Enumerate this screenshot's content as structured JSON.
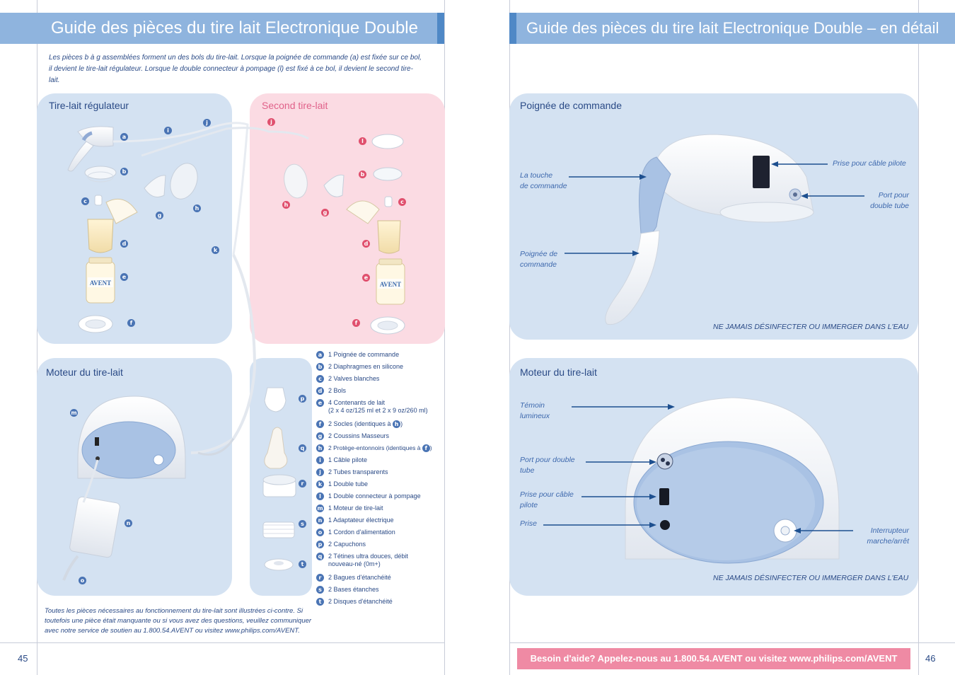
{
  "left_page": {
    "title": "Guide des pièces du tire lait Electronique Double",
    "intro": "Les pièces b à g assemblées forment un des bols du tire-lait. Lorsque la poignée de commande (a) est fixée sur ce bol, il devient le tire-lait régulateur. Lorsque le double connecteur à pompage (l) est fixé à ce bol, il devient le second tire-lait.",
    "panel_regulateur": "Tire-lait régulateur",
    "panel_second": "Second tire-lait",
    "panel_moteur": "Moteur du tire-lait",
    "legend": [
      {
        "letter": "a",
        "text": "1 Poignée de commande"
      },
      {
        "letter": "b",
        "text": "2 Diaphragmes en silicone"
      },
      {
        "letter": "c",
        "text": "2 Valves blanches"
      },
      {
        "letter": "d",
        "text": "2 Bols"
      },
      {
        "letter": "e",
        "text": "4 Contenants de lait",
        "text2": "(2 x 4 oz/125 ml et 2 x 9 oz/260 ml)"
      },
      {
        "letter": "f",
        "text": "2 Socles (identiques à",
        "ref": "h",
        "tail": ")"
      },
      {
        "letter": "g",
        "text": "2 Coussins Masseurs"
      },
      {
        "letter": "h",
        "text": "2 Protège-entonnoirs (identiques à",
        "ref": "f",
        "tail": ")"
      },
      {
        "letter": "i",
        "text": "1 Câble pilote"
      },
      {
        "letter": "j",
        "text": "2 Tubes transparents"
      },
      {
        "letter": "k",
        "text": "1 Double tube"
      },
      {
        "letter": "l",
        "text": "1 Double connecteur à pompage"
      },
      {
        "letter": "m",
        "text": "1 Moteur de tire-lait"
      },
      {
        "letter": "n",
        "text": "1 Adaptateur électrique"
      },
      {
        "letter": "o",
        "text": "1 Cordon d'alimentation"
      },
      {
        "letter": "p",
        "text": "2 Capuchons"
      },
      {
        "letter": "q",
        "text": "2 Tétines ultra douces, débit",
        "text2": "nouveau-né (0m+)"
      },
      {
        "letter": "r",
        "text": "2 Bagues d'étanchéité"
      },
      {
        "letter": "s",
        "text": "2 Bases étanches"
      },
      {
        "letter": "t",
        "text": "2 Disques d'étanchéité"
      }
    ],
    "footnote": "Toutes les pièces nécessaires au fonctionnement du tire-lait sont illustrées ci-contre. Si toutefois une pièce était manquante ou si vous avez des questions, veuillez communiquer avec notre service de soutien au 1.800.54.AVENT ou visitez www.philips.com/AVENT.",
    "page_number": "45",
    "bottle_brand": "AVENT"
  },
  "right_page": {
    "title": "Guide des pièces du tire lait Electronique Double – en détail",
    "panel_poignee": "Poignée de commande",
    "poignee_callouts": {
      "touche": [
        "La touche",
        "de commande"
      ],
      "poignee": [
        "Poignée de",
        "commande"
      ],
      "prise_cable": [
        "Prise pour câble pilote"
      ],
      "port": [
        "Port pour",
        "double tube"
      ]
    },
    "warning": "NE JAMAIS DÉSINFECTER OU IMMERGER DANS L'EAU",
    "panel_moteur": "Moteur du tire-lait",
    "moteur_callouts": {
      "temoin": [
        "Témoin",
        "lumineux"
      ],
      "port": [
        "Port pour double",
        "tube"
      ],
      "prise_cable": [
        "Prise pour câble",
        "pilote"
      ],
      "prise": [
        "Prise"
      ],
      "interrupteur": [
        "Interrupteur",
        "marche/arrêt"
      ]
    },
    "help_bar": "Besoin d'aide? Appelez-nous au 1.800.54.AVENT ou visitez www.philips.com/AVENT",
    "page_number": "46"
  },
  "colors": {
    "banner": "#8fb4de",
    "panel_blue": "#d4e2f2",
    "panel_pink": "#fbdbe3",
    "text_blue": "#2a4a86",
    "dot_blue": "#4a74b4",
    "dot_pink": "#e0506e",
    "help_pink": "#ef8aa4"
  }
}
